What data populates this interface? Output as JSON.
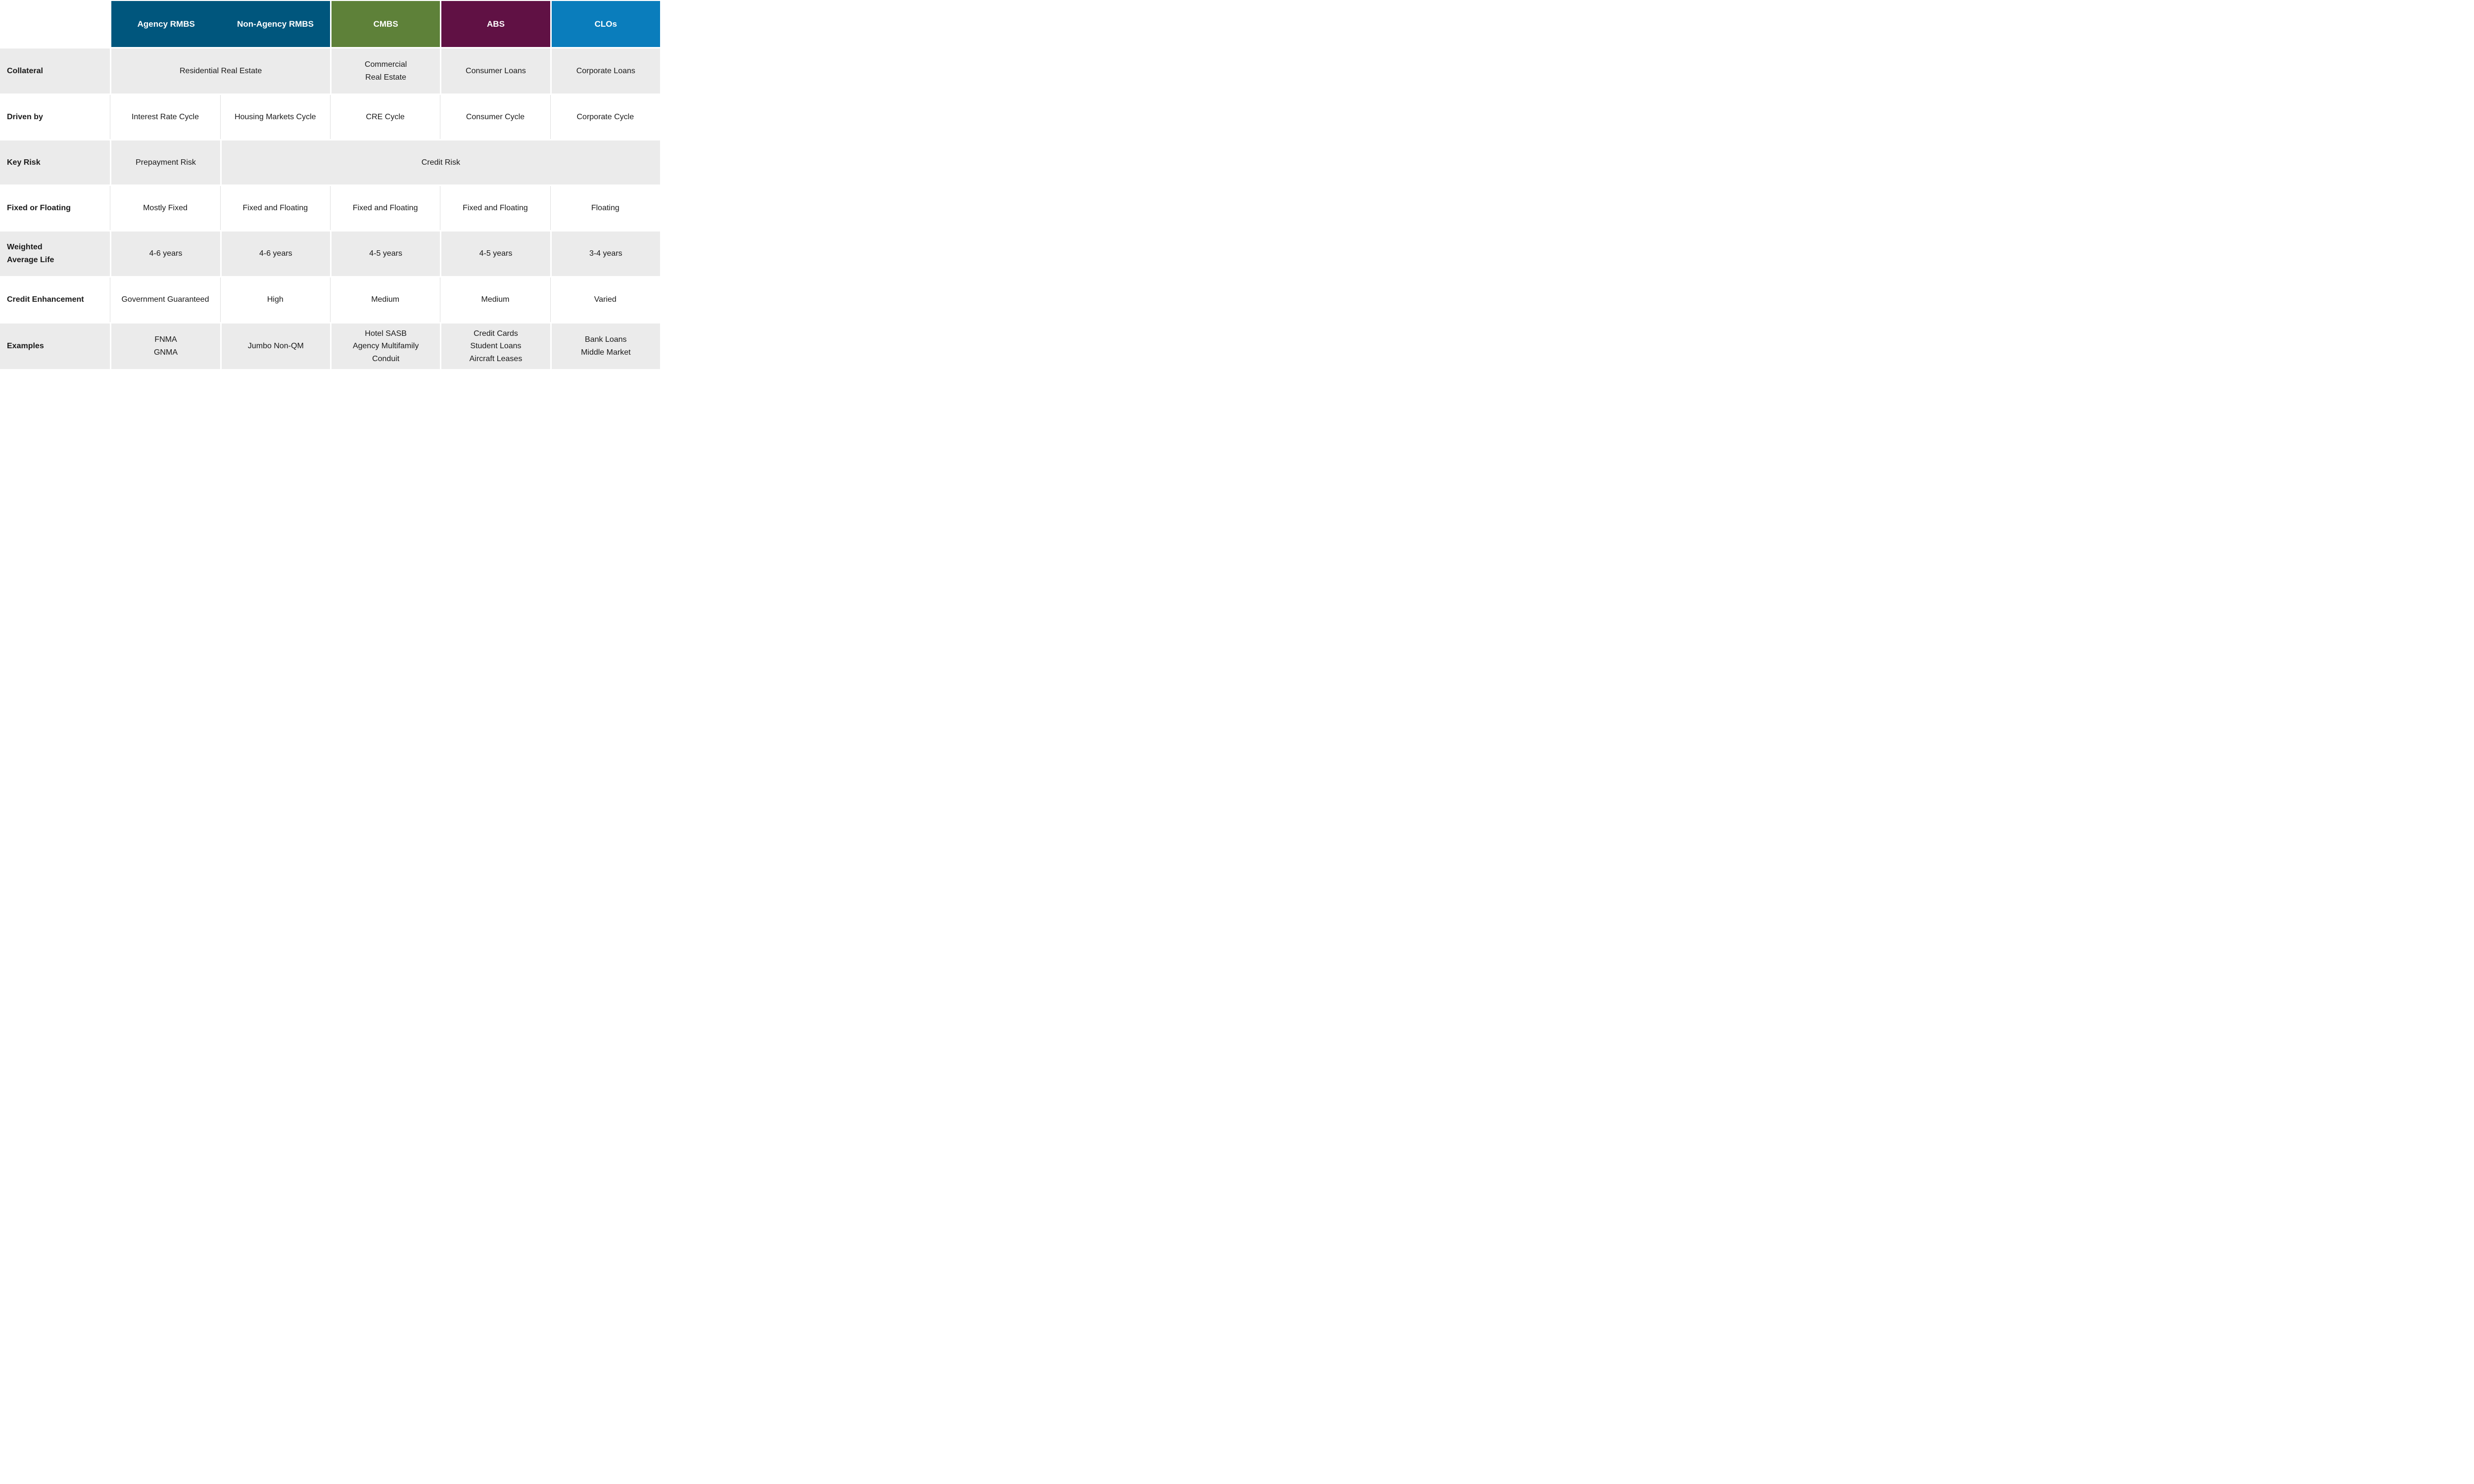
{
  "colors": {
    "rmbs_header": "#00567D",
    "cmbs_header": "#5E8139",
    "abs_header": "#601144",
    "clos_header": "#0A7DBC",
    "row_shade": "#EBEBEB",
    "header_text": "#FFFFFF",
    "body_text": "#1A1A1A"
  },
  "chart_data": {
    "type": "table",
    "columns": [
      "Agency RMBS",
      "Non-Agency RMBS",
      "CMBS",
      "ABS",
      "CLOs"
    ],
    "rows": [
      {
        "label": "Collateral",
        "cells": [
          "Residential Real Estate",
          "Commercial\nReal Estate",
          "Consumer Loans",
          "Corporate Loans"
        ],
        "note_spans": "first cell spans Agency RMBS + Non-Agency RMBS"
      },
      {
        "label": "Driven by",
        "cells": [
          "Interest Rate Cycle",
          "Housing Markets Cycle",
          "CRE Cycle",
          "Consumer Cycle",
          "Corporate Cycle"
        ]
      },
      {
        "label": "Key Risk",
        "cells": [
          "Prepayment Risk",
          "Credit Risk"
        ],
        "note_spans": "Credit Risk spans Non-Agency RMBS through CLOs"
      },
      {
        "label": "Fixed or Floating",
        "cells": [
          "Mostly Fixed",
          "Fixed and Floating",
          "Fixed and Floating",
          "Fixed and Floating",
          "Floating"
        ]
      },
      {
        "label": "Weighted\nAverage Life",
        "cells": [
          "4-6 years",
          "4-6 years",
          "4-5 years",
          "4-5 years",
          "3-4 years"
        ]
      },
      {
        "label": "Credit Enhancement",
        "cells": [
          "Government Guaranteed",
          "High",
          "Medium",
          "Medium",
          "Varied"
        ]
      },
      {
        "label": "Examples",
        "cells": [
          "FNMA\nGNMA",
          "Jumbo Non-QM",
          "Hotel SASB\nAgency Multifamily\nConduit",
          "Credit Cards\nStudent Loans\nAircraft Leases",
          "Bank Loans\nMiddle Market"
        ]
      }
    ]
  }
}
